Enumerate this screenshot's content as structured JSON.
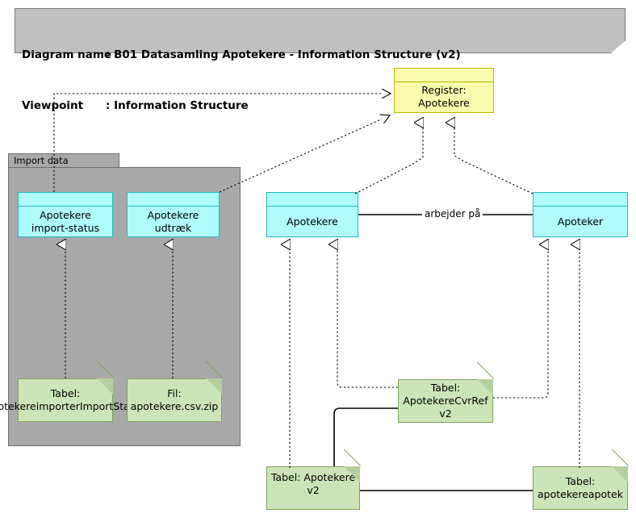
{
  "header": {
    "name_label": "Diagram name",
    "name_sep": ": ",
    "name_value": "B01 Datasamling Apotekere - Information Structure (v2)",
    "viewpoint_label": "Viewpoint",
    "viewpoint_sep": ": ",
    "viewpoint_value": "Information Structure"
  },
  "colors": {
    "banner_bg": "#c0c0c0",
    "group_bg": "#a9a9a9",
    "object_cyan": "#b0fbfb",
    "object_yellow": "#fafaae",
    "artifact_green": "#cce5b8"
  },
  "groups": [
    {
      "id": "import-data",
      "label": "Import data"
    }
  ],
  "objects": [
    {
      "id": "register-apotekere",
      "label": "Register: Apotekere",
      "kind": "register",
      "color": "#fafaae"
    },
    {
      "id": "apotekere-importstatus",
      "label": "Apotekere import-status",
      "kind": "business-object",
      "color": "#b0fbfb"
    },
    {
      "id": "apotekere-udtraek",
      "label": "Apotekere udtræk",
      "kind": "business-object",
      "color": "#b0fbfb"
    },
    {
      "id": "apotekere",
      "label": "Apotekere",
      "kind": "business-object",
      "color": "#b0fbfb"
    },
    {
      "id": "apoteker",
      "label": "Apoteker",
      "kind": "business-object",
      "color": "#b0fbfb"
    }
  ],
  "artifacts": [
    {
      "id": "tabel-apotekereimporterimportstatus",
      "label": "Tabel: apotekereimporterImportStatus"
    },
    {
      "id": "fil-apotekere-csv-zip",
      "label": "Fil: apotekere.csv.zip"
    },
    {
      "id": "tabel-apotekerecvrref-v2",
      "label": "Tabel: ApotekereCvrRef v2"
    },
    {
      "id": "tabel-apotekere-v2",
      "label": "Tabel: Apotekere v2"
    },
    {
      "id": "tabel-apotekereapotek",
      "label": "Tabel: apotekereapotek"
    }
  ],
  "relationships": [
    {
      "id": "arbejder-paa",
      "label": "arbejder på",
      "from": "apotekere",
      "to": "apoteker",
      "style": "solid-association"
    },
    {
      "id": "importstatus-to-register",
      "label": "",
      "from": "apotekere-importstatus",
      "to": "register-apotekere",
      "style": "dashed-hollow-arrow"
    },
    {
      "id": "udtraek-to-register",
      "label": "",
      "from": "apotekere-udtraek",
      "to": "register-apotekere",
      "style": "dashed-hollow-arrow"
    },
    {
      "id": "apotekere-to-register",
      "label": "",
      "from": "apotekere",
      "to": "register-apotekere",
      "style": "dashed-hollow-triangle"
    },
    {
      "id": "apoteker-to-register",
      "label": "",
      "from": "apoteker",
      "to": "register-apotekere",
      "style": "dashed-hollow-triangle"
    },
    {
      "id": "tabel-importstatus-realizes",
      "label": "",
      "from": "tabel-apotekereimporterimportstatus",
      "to": "apotekere-importstatus",
      "style": "dashed-hollow-triangle"
    },
    {
      "id": "fil-realizes-udtraek",
      "label": "",
      "from": "fil-apotekere-csv-zip",
      "to": "apotekere-udtraek",
      "style": "dashed-hollow-triangle"
    },
    {
      "id": "tabel-apotekere-v2-realizes",
      "label": "",
      "from": "tabel-apotekere-v2",
      "to": "apotekere",
      "style": "dashed-hollow-triangle"
    },
    {
      "id": "cvrref-realizes-apotekere",
      "label": "",
      "from": "tabel-apotekerecvrref-v2",
      "to": "apotekere",
      "style": "dashed-hollow-triangle"
    },
    {
      "id": "cvrref-realizes-apoteker",
      "label": "",
      "from": "tabel-apotekerecvrref-v2",
      "to": "apoteker",
      "style": "dashed-hollow-triangle"
    },
    {
      "id": "apotekereapotek-realizes-apoteker",
      "label": "",
      "from": "tabel-apotekereapotek",
      "to": "apoteker",
      "style": "dashed-hollow-triangle"
    },
    {
      "id": "cvrref-to-apotekere-v2",
      "label": "",
      "from": "tabel-apotekerecvrref-v2",
      "to": "tabel-apotekere-v2",
      "style": "solid-association"
    },
    {
      "id": "apotekere-v2-to-apotekereapotek",
      "label": "",
      "from": "tabel-apotekere-v2",
      "to": "tabel-apotekereapotek",
      "style": "solid-association"
    }
  ]
}
